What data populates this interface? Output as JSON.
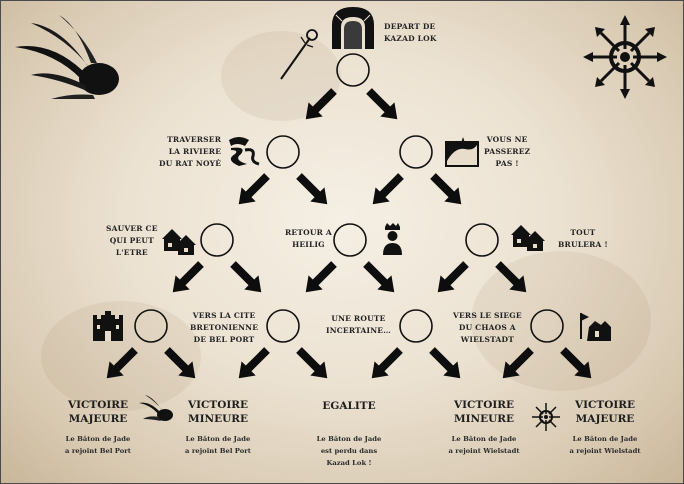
{
  "start": {
    "label": "DEPART DE\nKAZAD LOK"
  },
  "nodes": {
    "river": "TRAVERSER\nLA RIVIERE\nDU RAT NOYÉ",
    "pass": "VOUS NE\nPASSEREZ\nPAS !",
    "save": "SAUVER CE\nQUI PEUT\nL'ETRE",
    "return": "RETOUR A\nHEILIG",
    "burn": "TOUT\nBRULERA !",
    "bretonnian": "VERS LA CITE\nBRETONIENNE\nDE BEL PORT",
    "road": "UNE ROUTE\nINCERTAINE…",
    "siege": "VERS LE SIEGE\nDU CHAOS A\nWIELSTADT"
  },
  "outcomes": [
    {
      "title": "VICTOIRE\nMAJEURE",
      "desc": "Le Bâton de Jade\na rejoint Bel Port"
    },
    {
      "title": "VICTOIRE\nMINEURE",
      "desc": "Le Bâton de Jade\na rejoint Bel Port"
    },
    {
      "title": "EGALITE",
      "desc": "Le Bâton de Jade\nest perdu dans\nKazad Lok !"
    },
    {
      "title": "VICTOIRE\nMINEURE",
      "desc": "Le Bâton de Jade\na rejoint Wielstadt"
    },
    {
      "title": "VICTOIRE\nMAJEURE",
      "desc": "Le Bâton de Jade\na rejoint Wielstadt"
    }
  ],
  "icons": {
    "start": "gate-icon",
    "staff": "staff-icon",
    "comet_large": "comet-icon",
    "chaos_star_large": "chaos-star-icon",
    "river": "river-icon",
    "pass": "hill-icon",
    "save": "village-icon",
    "return": "king-icon",
    "burn": "village-icon",
    "bretonnian": "castle-icon",
    "siege": "siege-icon",
    "comet_small": "comet-icon",
    "chaos_star_small": "chaos-star-icon"
  },
  "colors": {
    "ink": "#111111",
    "parchment": "#ece2d2"
  }
}
